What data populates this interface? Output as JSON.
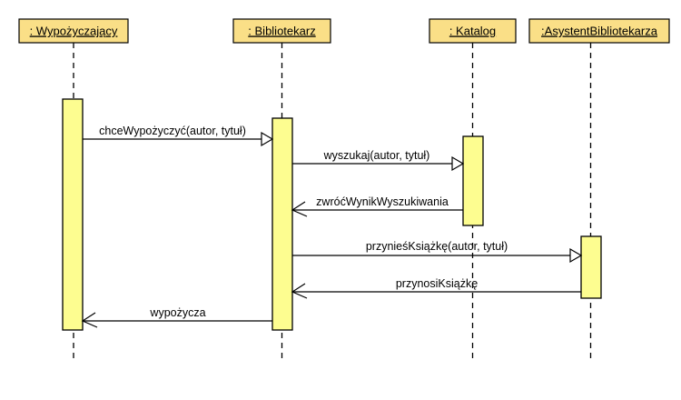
{
  "diagram": {
    "type": "uml-sequence-diagram",
    "background_color": "#ffffff",
    "header_fill": "#fadf87",
    "activation_fill": "#fdfd90",
    "line_color": "#000000"
  },
  "lifelines": [
    {
      "label": ": Wypożyczający",
      "name": "wypozyczajacy"
    },
    {
      "label": ": Bibliotekarz",
      "name": "bibliotekarz"
    },
    {
      "label": ": Katalog",
      "name": "katalog"
    },
    {
      "label": ":AsystentBibliotekarza",
      "name": "asystent-bibliotekarza"
    }
  ],
  "messages": [
    {
      "label": "chceWypożyczyć(autor, tytuł)",
      "from": "wypozyczajacy",
      "to": "bibliotekarz",
      "kind": "call",
      "direction": "right"
    },
    {
      "label": "wyszukaj(autor, tytuł)",
      "from": "bibliotekarz",
      "to": "katalog",
      "kind": "call",
      "direction": "right"
    },
    {
      "label": "zwróćWynikWyszukiwania",
      "from": "katalog",
      "to": "bibliotekarz",
      "kind": "return",
      "direction": "left"
    },
    {
      "label": "przynieśKsiążkę(autor, tytuł)",
      "from": "bibliotekarz",
      "to": "asystent-bibliotekarza",
      "kind": "call",
      "direction": "right"
    },
    {
      "label": "przynosiKsiążkę",
      "from": "asystent-bibliotekarza",
      "to": "bibliotekarz",
      "kind": "return",
      "direction": "left"
    },
    {
      "label": "wypożycza",
      "from": "bibliotekarz",
      "to": "wypozyczajacy",
      "kind": "return",
      "direction": "left"
    }
  ]
}
